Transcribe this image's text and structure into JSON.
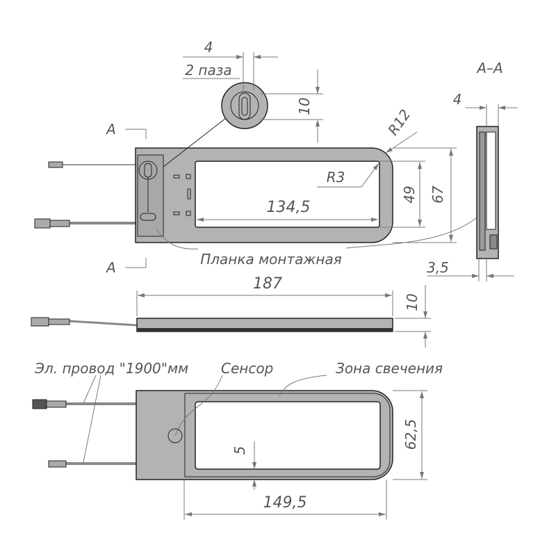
{
  "title_section": "A–A",
  "section_marks": {
    "top": "A",
    "bottom": "A"
  },
  "dimensions": {
    "slot_width": "4",
    "slot_count": "2 паза",
    "slot_height": "10",
    "outer_radius": "R12",
    "inner_radius": "R3",
    "window_length": "134,5",
    "window_height": "49",
    "total_height": "67",
    "section_thickness": "4",
    "section_offset": "3,5",
    "total_length": "187",
    "side_thickness": "10",
    "glow_height": "62,5",
    "glow_offset": "5",
    "glow_length": "149,5"
  },
  "labels": {
    "mount_plate": "Планка монтажная",
    "wire": "Эл. провод \"1900\"мм",
    "sensor": "Сенсор",
    "glow_zone": "Зона свечения"
  }
}
